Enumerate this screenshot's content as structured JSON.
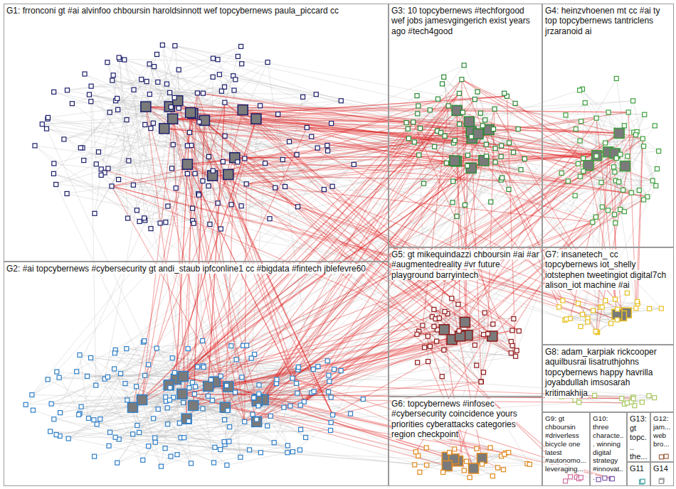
{
  "diagram": {
    "nodes": [
      {
        "text": [
          "G1: frronconi gt #ai alvinfoo chboursin haroldsinnott wef topcybernews paula_piccard cc"
        ]
      },
      {
        "text": [
          "G2: #ai topcybernews #cybersecurity gt andi_staub ipfconline1 cc #bigdata #fintech jblefevre60"
        ]
      },
      {
        "text": [
          "G3: 10 topcybernews #techforgood wef jobs jamesvgingerich exist years ago #tech4good"
        ]
      },
      {
        "text": [
          "G4: heinzvhoenen mt cc #ai ty top topcybernews tantriclens jrzaranoid ai"
        ]
      },
      {
        "text": [
          "G5: gt mikequindazzi chboursin #ai #ar #augmentedreality #vr future playground barryintech"
        ]
      },
      {
        "text": [
          "G6: topcybernews #infosec #cybersecurity coincidence yours priorities cyberattacks categories region checkpoint"
        ]
      },
      {
        "text": [
          "G7: insanetech_ cc topcybernews iot_shelly iotstephen tweetingiot digital7ch alison_iot machine #ai"
        ]
      },
      {
        "text": [
          "G8: adam_karpiak rickcooper aquilbusrai lisatruthjohns topcybernews happy havrilla joyabdullah imsosarah kritimakhija"
        ]
      },
      {
        "text": [
          "G9: gt chboursin #driverless bicycle one latest #autonomo... leveraging..."
        ]
      },
      {
        "text": [
          "G10: three characte... winning digital strategy #innovat..."
        ]
      },
      {
        "text": [
          "G11"
        ]
      },
      {
        "text": [
          "G12: jam... web bro..."
        ]
      },
      {
        "text": [
          "G13: gt topc... the..."
        ]
      },
      {
        "text": [
          "G14"
        ]
      }
    ]
  }
}
